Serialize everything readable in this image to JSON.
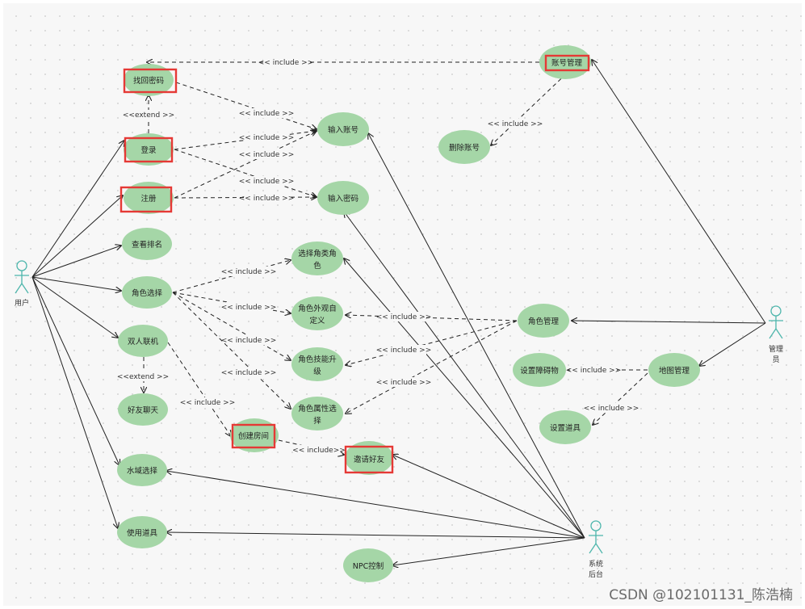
{
  "actors": {
    "user": "用户",
    "admin_line1": "管理",
    "admin_line2": "员",
    "system_line1": "系统",
    "system_line2": "后台"
  },
  "use_cases": {
    "find_password": "找回密码",
    "login": "登录",
    "register": "注册",
    "view_rank": "查看排名",
    "role_select": "角色选择",
    "duo_online": "双人联机",
    "friend_chat": "好友聊天",
    "water_select": "水域选择",
    "use_item": "使用道具",
    "input_account": "输入账号",
    "input_password": "输入密码",
    "choose_role_type_line1": "选择角类角",
    "choose_role_type_line2": "色",
    "role_appearance_line1": "角色外观自",
    "role_appearance_line2": "定义",
    "role_skill_line1": "角色技能升",
    "role_skill_line2": "级",
    "role_attr_line1": "角色属性选",
    "role_attr_line2": "择",
    "create_room": "创建房间",
    "invite_friend": "邀请好友",
    "npc_control": "NPC控制",
    "account_manage": "账号管理",
    "delete_account": "删除账号",
    "role_manage": "角色管理",
    "set_obstacle": "设置障碍物",
    "map_manage": "地图管理",
    "set_item": "设置道具"
  },
  "relations": {
    "include": "<< include >>",
    "include_compact": "<< include>>",
    "extend": "<<extend >>"
  },
  "watermark": "CSDN @102101131_陈浩楠",
  "colors": {
    "usecase_fill": "#a5d6a7",
    "highlight": "#e53935",
    "line": "#222222",
    "dot": "#c8c8c8"
  }
}
